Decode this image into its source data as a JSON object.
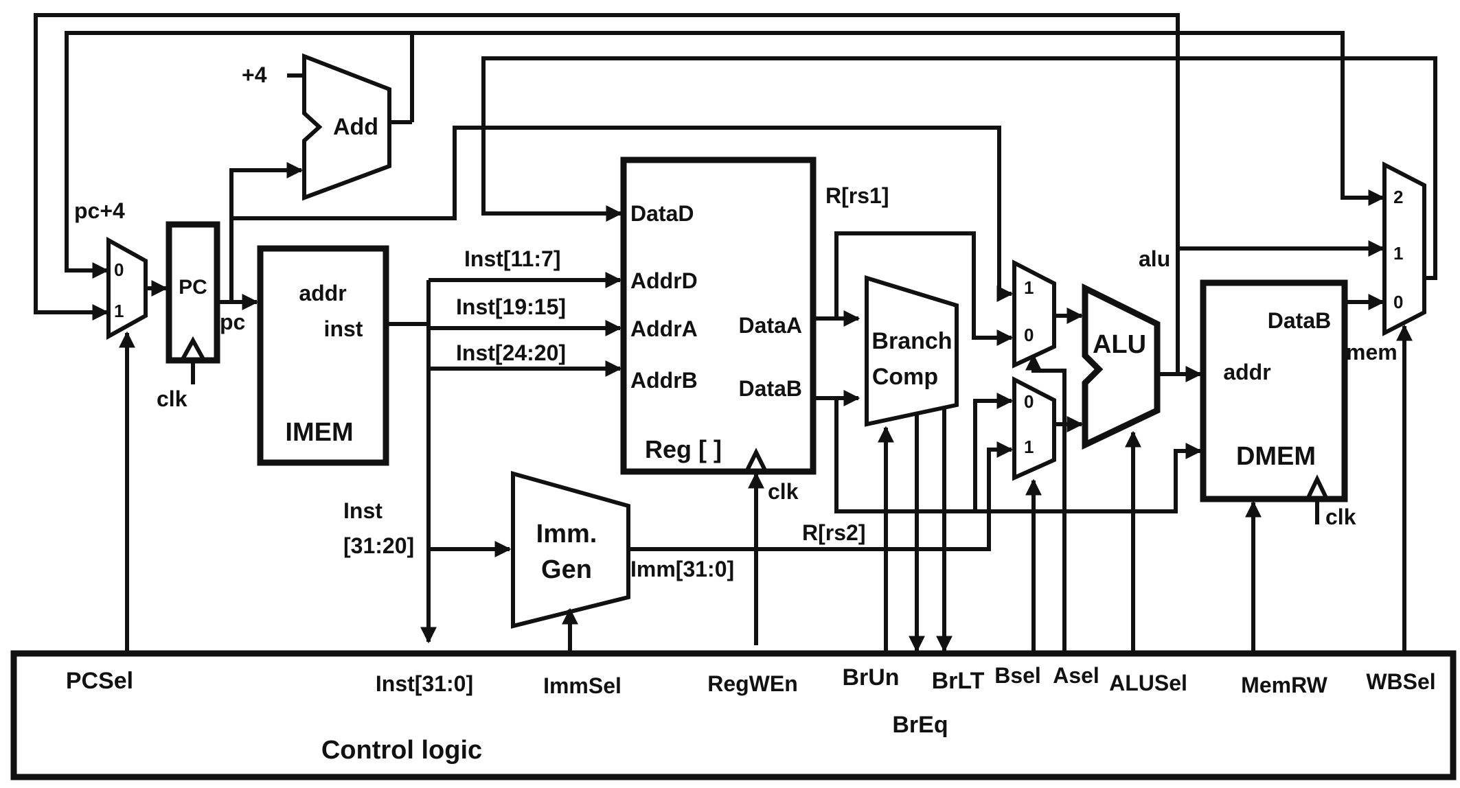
{
  "diagram": {
    "adder": {
      "label": "Add",
      "const_in": "+4"
    },
    "pc_mux": {
      "port0": "0",
      "port1": "1"
    },
    "pc_reg": {
      "label": "PC",
      "clk": "clk"
    },
    "wires": {
      "pc4": "pc+4",
      "pc": "pc",
      "rs1": "R[rs1]",
      "rs2": "R[rs2]",
      "alu": "alu",
      "mem": "mem"
    },
    "imem": {
      "label": "IMEM",
      "addr": "addr",
      "inst": "inst"
    },
    "fields": {
      "rd": "Inst[11:7]",
      "rs1": "Inst[19:15]",
      "rs2": "Inst[24:20]",
      "imm_a": "Inst",
      "imm_b": "[31:20]"
    },
    "regfile": {
      "label": "Reg [ ]",
      "datad": "DataD",
      "addrd": "AddrD",
      "addra": "AddrA",
      "addrb": "AddrB",
      "dataa": "DataA",
      "datab": "DataB",
      "clk": "clk"
    },
    "immgen": {
      "line1": "Imm.",
      "line2": "Gen",
      "out": "Imm[31:0]"
    },
    "branch": {
      "line1": "Branch",
      "line2": "Comp"
    },
    "amux": {
      "top": "1",
      "bot": "0"
    },
    "bmux": {
      "top": "0",
      "bot": "1"
    },
    "alu": {
      "label": "ALU"
    },
    "dmem": {
      "label": "DMEM",
      "addr": "addr",
      "datab": "DataB",
      "clk": "clk"
    },
    "wbmux": {
      "p2": "2",
      "p1": "1",
      "p0": "0"
    },
    "control": {
      "label": "Control logic",
      "pcsel": "PCSel",
      "inst": "Inst[31:0]",
      "immsel": "ImmSel",
      "regwen": "RegWEn",
      "brun": "BrUn",
      "brlt": "BrLT",
      "breq": "BrEq",
      "bsel": "Bsel",
      "asel": "Asel",
      "alusel": "ALUSel",
      "memrw": "MemRW",
      "wbsel": "WBSel"
    }
  }
}
